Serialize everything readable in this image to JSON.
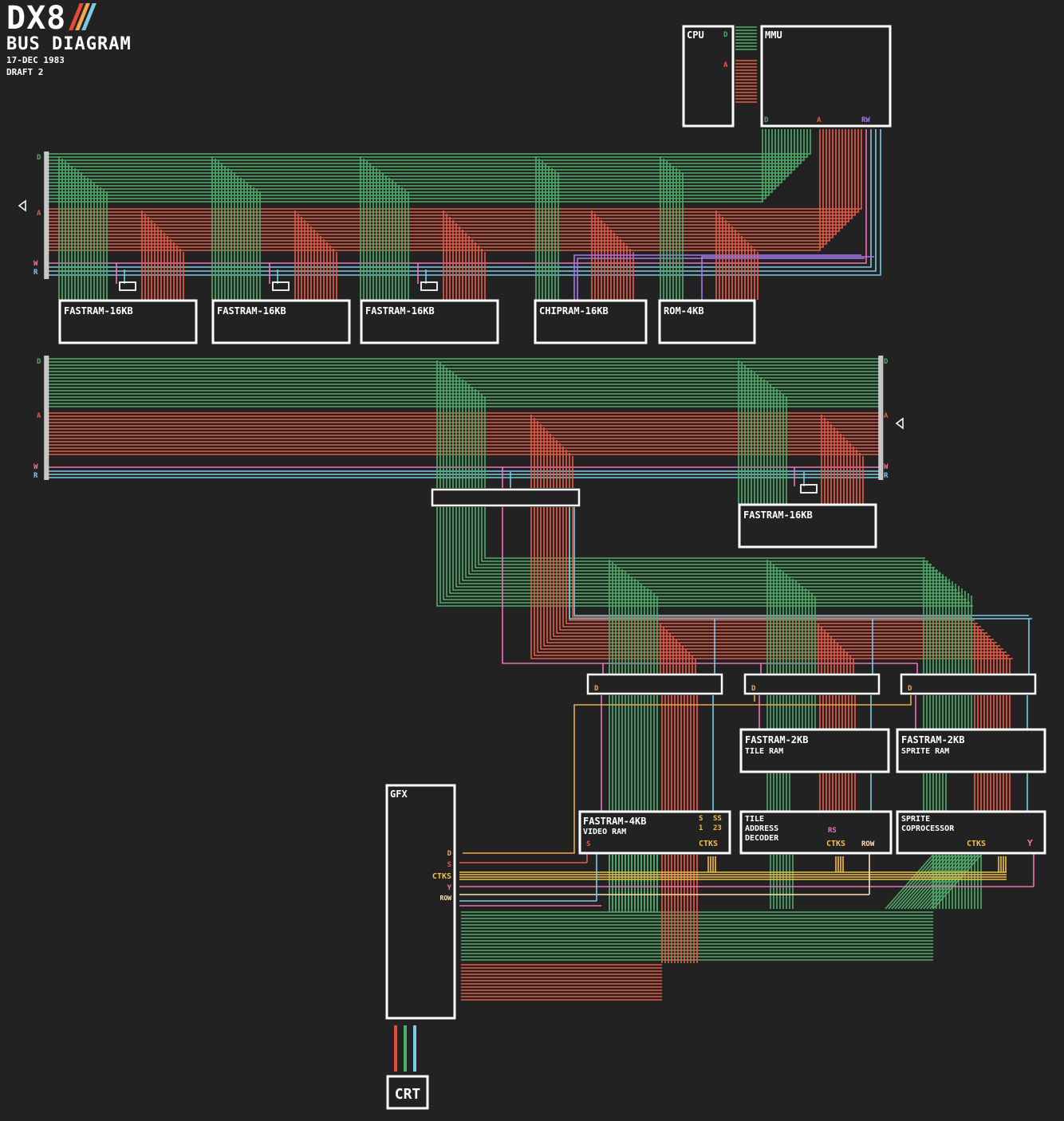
{
  "header": {
    "logo": "DX8",
    "title": "BUS DIAGRAM",
    "date": "17-DEC 1983",
    "draft": "DRAFT 2"
  },
  "colors": {
    "background": "#222222",
    "data_bus": "#4fae6a",
    "address_bus": "#ea5a45",
    "write_line": "#ee73b8",
    "read_line": "#7ccae6",
    "control_line": "#f2c045",
    "control_orange": "#f0a64a",
    "box_border": "#ffffff",
    "stripe1": "#ea4b35",
    "stripe2": "#f0a64a",
    "stripe3": "#7ccae6",
    "purple": "#a877f0"
  },
  "bus_labels": {
    "data": "D",
    "address": "A",
    "write": "W",
    "read": "R",
    "read_write": "RW"
  },
  "boxes": {
    "cpu": {
      "label": "CPU",
      "pin_d": "D",
      "pin_a": "A"
    },
    "mmu": {
      "label": "MMU",
      "pin_d": "D",
      "pin_a": "A",
      "pin_rw": "RW"
    },
    "fastram1": {
      "label": "FASTRAM-16KB"
    },
    "fastram2": {
      "label": "FASTRAM-16KB"
    },
    "fastram3": {
      "label": "FASTRAM-16KB"
    },
    "chipram": {
      "label": "CHIPRAM-16KB"
    },
    "rom": {
      "label": "ROM-4KB"
    },
    "fastram4": {
      "label": "FASTRAM-16KB"
    },
    "videoram": {
      "label": "FASTRAM-4KB",
      "sub": "VIDEO RAM",
      "pin_s": "S",
      "pin_ctks": "CTKS",
      "pin_s2": "S",
      "pin_1": "1",
      "pin_ss": "SS",
      "pin_23": "23"
    },
    "tileram": {
      "label": "FASTRAM-2KB",
      "sub": "TILE RAM"
    },
    "spriteram": {
      "label": "FASTRAM-2KB",
      "sub": "SPRITE RAM"
    },
    "tiledecoder": {
      "line1": "TILE",
      "line2": "ADDRESS",
      "line3": "DECODER",
      "pin_rs": "RS",
      "pin_ctks": "CTKS",
      "pin_row": "ROW"
    },
    "spritecop": {
      "line1": "SPRITE",
      "line2": "COPROCESSOR",
      "pin_ctks": "CTKS",
      "pin_y": "Y"
    },
    "gfx": {
      "label": "GFX",
      "pin_d": "D",
      "pin_s": "S",
      "pin_ctks": "CTKS",
      "pin_y": "Y",
      "pin_row": "ROW"
    },
    "crt": {
      "label": "CRT"
    },
    "mux1": {
      "pin_d": "D"
    },
    "mux2": {
      "pin_d": "D"
    },
    "mux3": {
      "pin_d": "D"
    }
  }
}
